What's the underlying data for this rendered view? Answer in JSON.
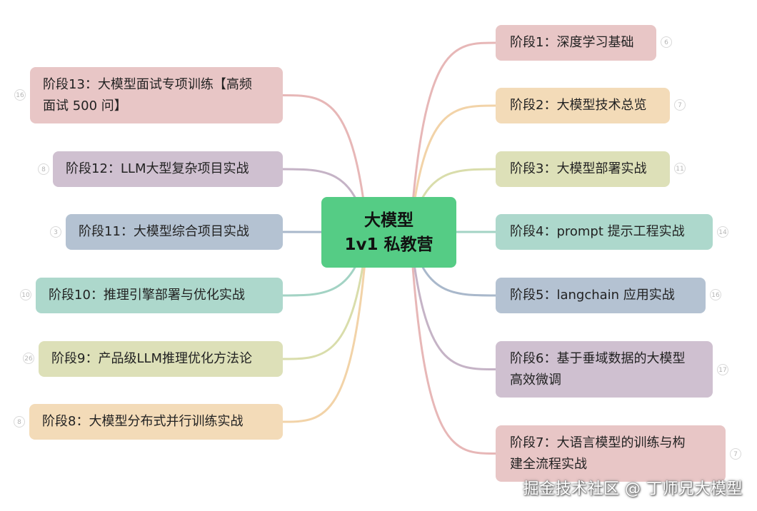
{
  "center": {
    "line1": "大模型",
    "line2": "1v1 私教营",
    "color": "#55cc85"
  },
  "right_stages": [
    {
      "label": "阶段1：深度学习基础",
      "count": "6",
      "color": "pink"
    },
    {
      "label": "阶段2：大模型技术总览",
      "count": "7",
      "color": "peach"
    },
    {
      "label": "阶段3：大模型部署实战",
      "count": "11",
      "color": "olive"
    },
    {
      "label": "阶段4：prompt 提示工程实战",
      "count": "14",
      "color": "teal"
    },
    {
      "label": "阶段5：langchain 应用实战",
      "count": "16",
      "color": "blue"
    },
    {
      "label_line1": "阶段6：基于垂域数据的大模型",
      "label_line2": "高效微调",
      "count": "17",
      "color": "purple"
    },
    {
      "label_line1": "阶段7：大语言模型的训练与构",
      "label_line2": "建全流程实战",
      "count": "7",
      "color": "pink"
    }
  ],
  "left_stages": [
    {
      "label_line1": "阶段13：大模型面试专项训练【高频",
      "label_line2": "面试 500 问】",
      "count": "16",
      "color": "pink"
    },
    {
      "label": "阶段12：LLM大型复杂项目实战",
      "count": "8",
      "color": "purple"
    },
    {
      "label": "阶段11：大模型综合项目实战",
      "count": "3",
      "color": "blue"
    },
    {
      "label": "阶段10：推理引擎部署与优化实战",
      "count": "10",
      "color": "teal"
    },
    {
      "label": "阶段9：产品级LLM推理优化方法论",
      "count": "26",
      "color": "olive"
    },
    {
      "label": "阶段8：大模型分布式并行训练实战",
      "count": "8",
      "color": "peach"
    }
  ],
  "palette": {
    "pink": "#e8c6c6",
    "peach": "#f3dbb8",
    "olive": "#dde0b8",
    "teal": "#add8cc",
    "blue": "#b4c2d2",
    "purple": "#cfc0d0"
  },
  "link_colors": {
    "pink": "#e7b7b7",
    "peach": "#f2d3a8",
    "olive": "#d9ddab",
    "teal": "#a3d3c4",
    "blue": "#a9b8cb",
    "purple": "#c5b3c6"
  },
  "watermark": "掘金技术社区 @ 丁师兄大模型"
}
